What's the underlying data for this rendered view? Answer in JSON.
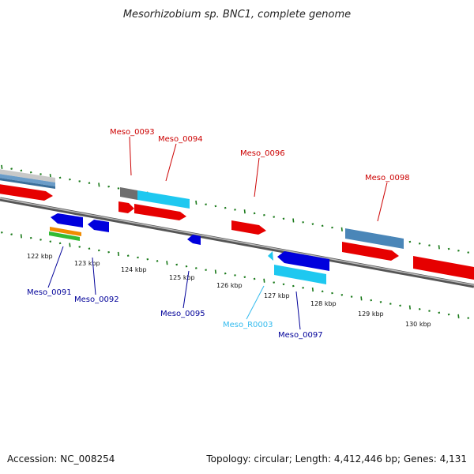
{
  "title": "Mesorhizobium sp. BNC1, complete genome",
  "footer": {
    "accession": "Accession: NC_008254",
    "summary": "Topology: circular; Length: 4,412,446 bp; Genes: 4,131"
  },
  "colors": {
    "forward_red": "#e60000",
    "reverse_blue": "#0000dd",
    "rna_cyan": "#1ec8f0",
    "steel_blue": "#4a86b8",
    "gray": "#808080",
    "tick_green": "#1a7a1a",
    "label_red": "#cc0000",
    "label_blue": "#000099",
    "label_cyan": "#33bbee"
  },
  "kbp_labels": [
    "122 kbp",
    "123 kbp",
    "124 kbp",
    "125 kbp",
    "126 kbp",
    "127 kbp",
    "128 kbp",
    "129 kbp",
    "130 kbp"
  ],
  "gene_labels": [
    {
      "name": "Meso_0093",
      "color": "red"
    },
    {
      "name": "Meso_0094",
      "color": "red"
    },
    {
      "name": "Meso_0096",
      "color": "red"
    },
    {
      "name": "Meso_0098",
      "color": "red"
    },
    {
      "name": "Meso_0091",
      "color": "blue"
    },
    {
      "name": "Meso_0092",
      "color": "blue"
    },
    {
      "name": "Meso_0095",
      "color": "blue"
    },
    {
      "name": "Meso_R0003",
      "color": "cyan"
    },
    {
      "name": "Meso_0097",
      "color": "blue"
    }
  ]
}
